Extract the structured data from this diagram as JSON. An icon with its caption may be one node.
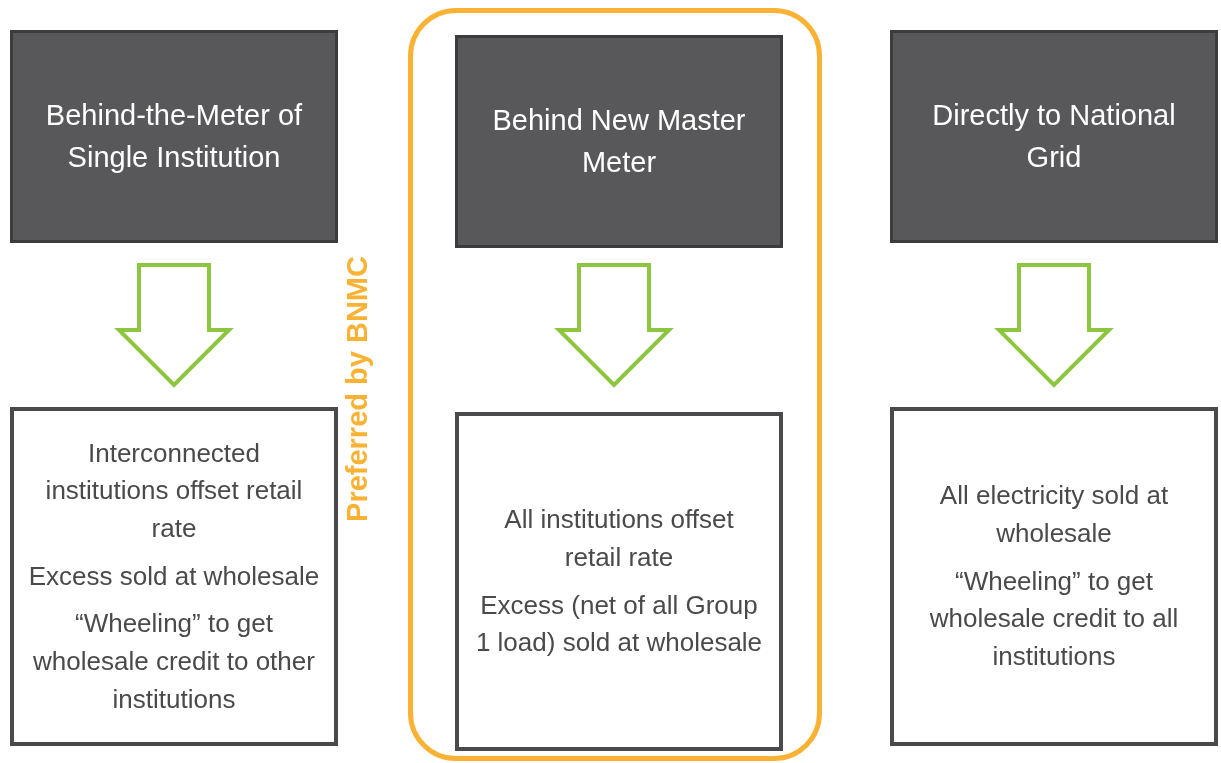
{
  "diagram": {
    "nodes": [
      {
        "text": [
          "Behind-the-Meter of Single Institution"
        ]
      },
      {
        "text": [
          "Preferred by BNMC"
        ]
      },
      {
        "text": [
          "Behind New Master Meter"
        ],
        "in": 1
      },
      {
        "text": [
          "Directly to National Grid"
        ]
      },
      {
        "text": [
          "Interconnected institutions offset retail rate",
          "Excess sold at wholesale",
          "“Wheeling” to get wholesale credit to other institutions"
        ]
      },
      {
        "text": [
          "All institutions offset retail rate",
          "Excess (net of all Group 1 load) sold at wholesale"
        ],
        "in": 1
      },
      {
        "text": [
          "All electricity sold at wholesale",
          "“Wheeling” to get wholesale credit to all institutions"
        ]
      }
    ],
    "edges": [
      {
        "from": 0,
        "to": 4,
        "arrow": "to"
      },
      {
        "from": 2,
        "to": 5,
        "arrow": "to"
      },
      {
        "from": 3,
        "to": 6,
        "arrow": "to"
      }
    ]
  }
}
